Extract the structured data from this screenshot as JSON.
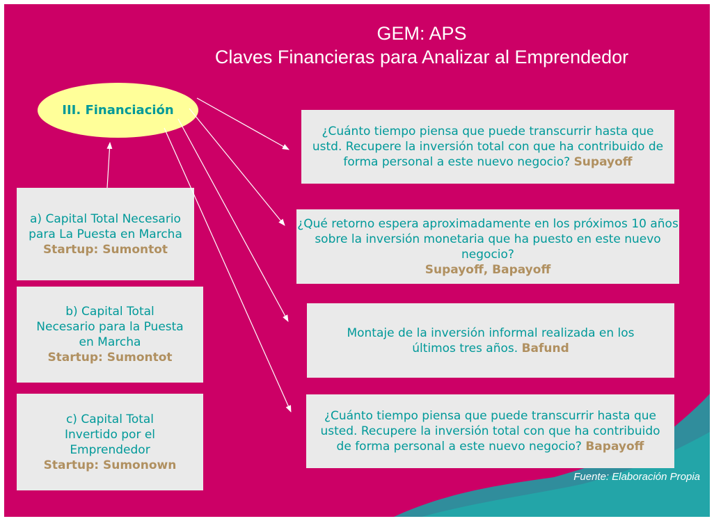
{
  "title": {
    "line1": "GEM: APS",
    "line2": "Claves Financieras para Analizar al Emprendedor"
  },
  "center_node": {
    "label": "III. Financiación"
  },
  "left_boxes": [
    {
      "text": "a)  Capital Total Necesario para La Puesta en Marcha",
      "accent": "Startup: Sumontot"
    },
    {
      "text": "b) Capital Total Necesario para la Puesta en Marcha",
      "accent": "Startup: Sumontot"
    },
    {
      "text": "c) Capital Total Invertido por el Emprendedor",
      "accent": "Startup: Sumonown"
    }
  ],
  "right_boxes": [
    {
      "text": "¿Cuánto tiempo piensa que puede transcurrir hasta que ustd. Recupere la inversión total con que ha contribuido de forma personal a este nuevo negocio?",
      "accent": "Supayoff"
    },
    {
      "text": "¿Qué retorno espera aproximadamente en los próximos 10 años sobre la inversión monetaria que ha puesto en este nuevo negocio?",
      "accent": "Supayoff, Bapayoff"
    },
    {
      "text": "Montaje de la inversión informal realizada en los últimos tres años.",
      "accent": "Bafund"
    },
    {
      "text": "¿Cuánto tiempo piensa que puede transcurrir hasta que usted. Recupere la inversión total con que ha contribuido de forma personal a este nuevo negocio?",
      "accent": "Bapayoff"
    }
  ],
  "source_note": "Fuente:  Elaboración Propia",
  "colors": {
    "background": "#cc0066",
    "box": "#eaeaea",
    "text": "#009999",
    "accent": "#b09060",
    "node": "#ffff99",
    "decoration": "#14a6a6"
  }
}
